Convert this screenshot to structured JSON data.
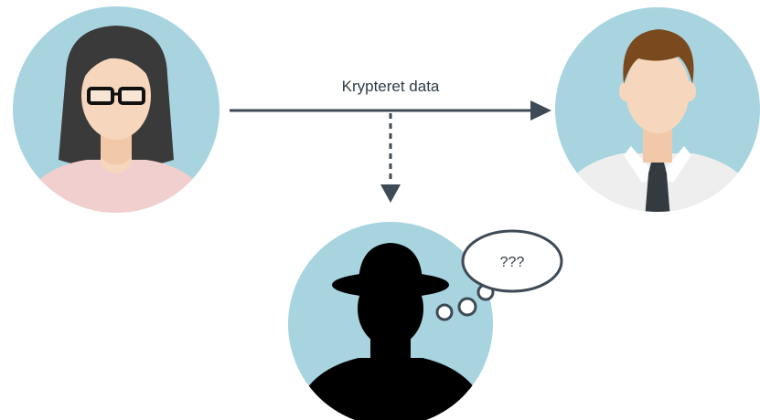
{
  "diagram": {
    "arrow_label": "Krypteret data",
    "thought_text": "???"
  },
  "nodes": [
    {
      "role": "sender",
      "icon": "woman-with-glasses-avatar-icon"
    },
    {
      "role": "receiver",
      "icon": "man-with-tie-avatar-icon"
    },
    {
      "role": "eavesdropper",
      "icon": "hat-silhouette-avatar-icon"
    }
  ],
  "colors": {
    "circle_bg": "#a8d4e0",
    "arrow": "#3e4a55",
    "silhouette": "#000000",
    "woman_hair": "#3a3a3a",
    "woman_shirt": "#f2cfcf",
    "skin": "#f6d7bd",
    "man_hair": "#7a4a1e",
    "man_shirt": "#eeeeee",
    "tie": "#333a40"
  }
}
